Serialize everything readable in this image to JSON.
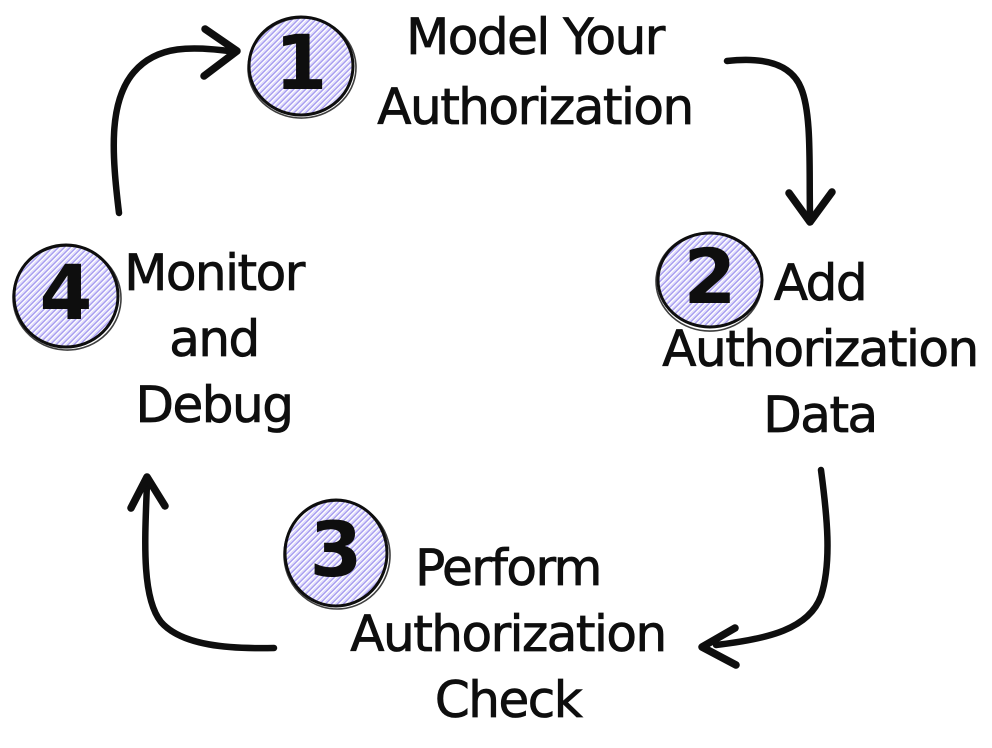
{
  "colors": {
    "background": "#ffffff",
    "ink": "#0e0e0e",
    "circle_hatch": "#a49af0"
  },
  "steps": [
    {
      "number": "1",
      "lines": [
        "Model Your",
        "Authorization"
      ]
    },
    {
      "number": "2",
      "lines": [
        "Add",
        "Authorization",
        "Data"
      ]
    },
    {
      "number": "3",
      "lines": [
        "Perform",
        "Authorization",
        "Check"
      ]
    },
    {
      "number": "4",
      "lines": [
        "Monitor",
        "and",
        "Debug"
      ]
    }
  ],
  "arrows": [
    {
      "from_step": "4",
      "to_step": "1"
    },
    {
      "from_step": "1",
      "to_step": "2"
    },
    {
      "from_step": "2",
      "to_step": "3"
    },
    {
      "from_step": "3",
      "to_step": "4"
    }
  ]
}
